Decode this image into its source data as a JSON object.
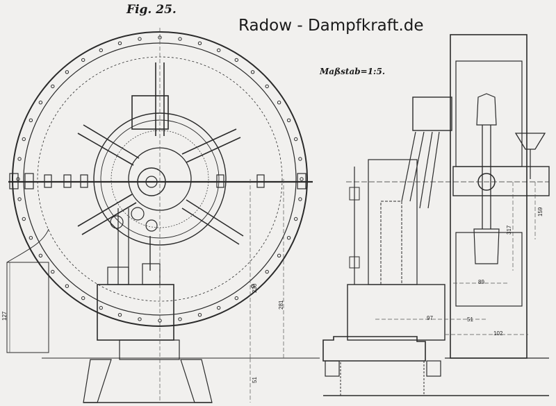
{
  "figure": {
    "label": "Fig. 25.",
    "watermark": "Radow - Dampfkraft.de",
    "scale": "Maßstab=1:5."
  },
  "dimensions": {
    "d127": "127",
    "d230": "230",
    "d281": "281",
    "d51_left": "51",
    "d317": "317",
    "d159": "159",
    "d89": "89",
    "d97": "97",
    "d51_right": "51",
    "d102": "102"
  },
  "colors": {
    "paper": "#f1f0ee",
    "ink": "#2a2a2a",
    "dim_line": "#555555"
  }
}
